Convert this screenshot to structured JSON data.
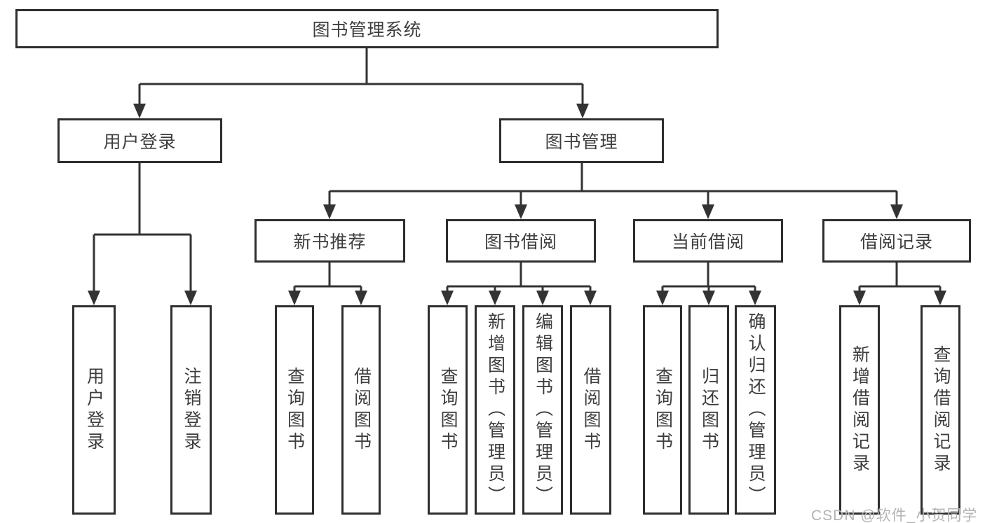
{
  "tree": {
    "label": "图书管理系统",
    "children": [
      {
        "label": "用户登录",
        "children": [
          {
            "label": "用户登录"
          },
          {
            "label": "注销登录"
          }
        ]
      },
      {
        "label": "图书管理",
        "children": [
          {
            "label": "新书推荐",
            "children": [
              {
                "label": "查询图书"
              },
              {
                "label": "借阅图书"
              }
            ]
          },
          {
            "label": "图书借阅",
            "children": [
              {
                "label": "查询图书"
              },
              {
                "label": "新增图书（管理员）"
              },
              {
                "label": "编辑图书（管理员）"
              },
              {
                "label": "借阅图书"
              }
            ]
          },
          {
            "label": "当前借阅",
            "children": [
              {
                "label": "查询图书"
              },
              {
                "label": "归还图书"
              },
              {
                "label": "确认归还（管理员）"
              }
            ]
          },
          {
            "label": "借阅记录",
            "children": [
              {
                "label": "新增借阅记录"
              },
              {
                "label": "查询借阅记录"
              }
            ]
          }
        ]
      }
    ]
  },
  "watermark": {
    "text": "CSDN @软件_小贺同学"
  },
  "colors": {
    "background": "#ffffff",
    "box_border": "#2e2e2e",
    "line": "#333333",
    "text": "#3d3d3d",
    "watermark": "#b3b3b3"
  }
}
